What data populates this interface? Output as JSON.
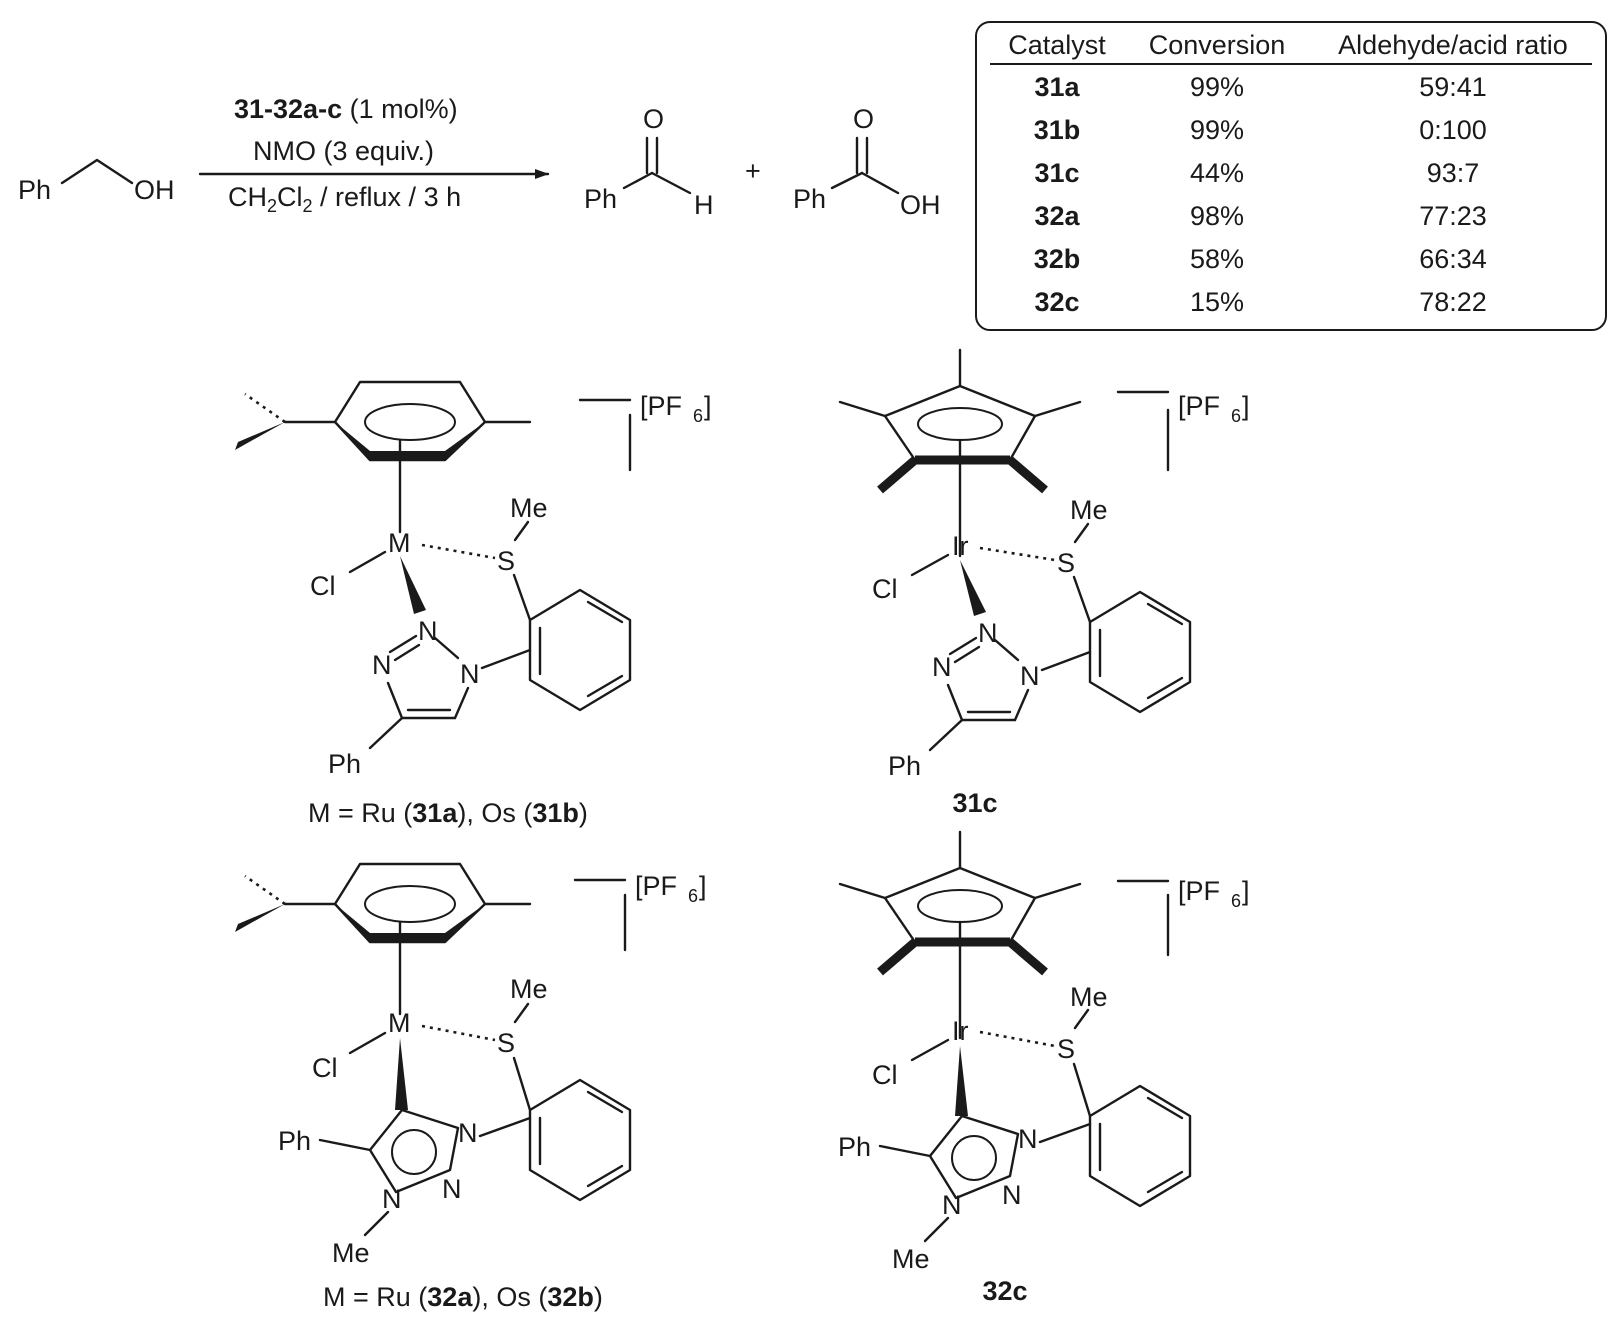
{
  "reaction": {
    "substrate_ph": "Ph",
    "substrate_oh": "OH",
    "conditions_line1_bold": "31-32a-c",
    "conditions_line1_rest": " (1 mol%)",
    "conditions_line2": "NMO (3 equiv.)",
    "solvent_a": "CH",
    "solvent_sub1": "2",
    "solvent_b": "Cl",
    "solvent_sub2": "2",
    "solvent_rest": " / reflux / 3 h",
    "aldehyde_o": "O",
    "aldehyde_ph": "Ph",
    "aldehyde_h": "H",
    "plus": "+",
    "acid_o": "O",
    "acid_ph": "Ph",
    "acid_oh": "OH"
  },
  "table": {
    "headers": [
      "Catalyst",
      "Conversion",
      "Aldehyde/acid ratio"
    ],
    "rows": [
      {
        "catalyst": "31a",
        "conversion": "99%",
        "ratio": "59:41"
      },
      {
        "catalyst": "31b",
        "conversion": "99%",
        "ratio": "0:100"
      },
      {
        "catalyst": "31c",
        "conversion": "44%",
        "ratio": "93:7"
      },
      {
        "catalyst": "32a",
        "conversion": "98%",
        "ratio": "77:23"
      },
      {
        "catalyst": "32b",
        "conversion": "58%",
        "ratio": "66:34"
      },
      {
        "catalyst": "32c",
        "conversion": "15%",
        "ratio": "78:22"
      }
    ]
  },
  "counterion": {
    "pf": "[PF",
    "sub": "6",
    "close": "]"
  },
  "structures": {
    "s31ab": {
      "metal": "M",
      "me": "Me",
      "s": "S",
      "cl": "Cl",
      "n1": "N",
      "n2": "N",
      "n3": "N",
      "ph": "Ph",
      "caption_a": "M = Ru (",
      "caption_b1": "31a",
      "caption_c": "), Os (",
      "caption_b2": "31b",
      "caption_d": ")"
    },
    "s31c": {
      "metal": "Ir",
      "me": "Me",
      "s": "S",
      "cl": "Cl",
      "n1": "N",
      "n2": "N",
      "n3": "N",
      "ph": "Ph",
      "caption": "31c"
    },
    "s32ab": {
      "metal": "M",
      "me": "Me",
      "s": "S",
      "cl": "Cl",
      "n1": "N",
      "n2": "N",
      "n3": "N",
      "ph": "Ph",
      "me2": "Me",
      "caption_a": "M = Ru (",
      "caption_b1": "32a",
      "caption_c": "), Os (",
      "caption_b2": "32b",
      "caption_d": ")"
    },
    "s32c": {
      "metal": "Ir",
      "me": "Me",
      "s": "S",
      "cl": "Cl",
      "n1": "N",
      "n2": "N",
      "n3": "N",
      "ph": "Ph",
      "me2": "Me",
      "caption": "32c"
    }
  }
}
